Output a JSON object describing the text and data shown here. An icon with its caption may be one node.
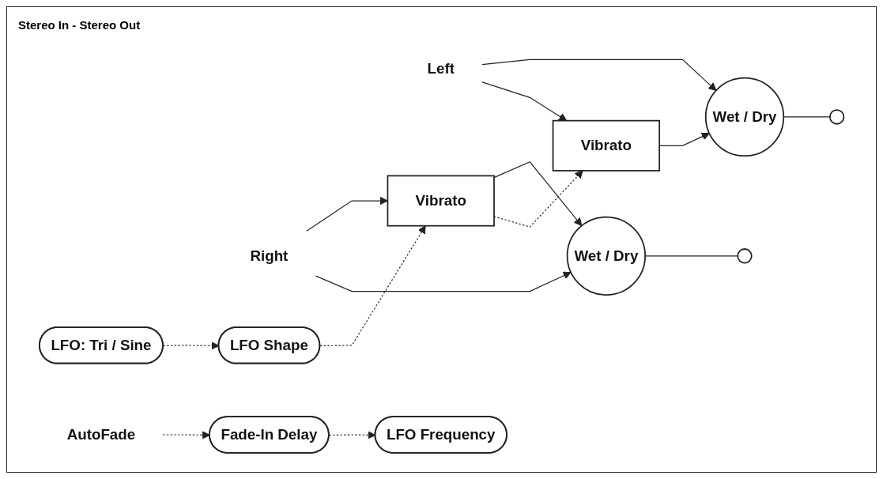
{
  "diagram": {
    "title": "Stereo In - Stereo Out",
    "nodes": [
      {
        "text": [
          "Left"
        ]
      },
      {
        "text": [
          "Vibrato"
        ]
      },
      {
        "text": [
          "Wet / Dry"
        ]
      },
      {
        "text": [],
        "shape": "circle"
      },
      {
        "text": [
          "Right"
        ]
      },
      {
        "text": [
          "Vibrato"
        ]
      },
      {
        "text": [
          "Wet / Dry"
        ]
      },
      {
        "text": [],
        "shape": "circle"
      },
      {
        "text": [
          "LFO: Tri / Sine"
        ]
      },
      {
        "text": [
          "LFO Shape"
        ]
      },
      {
        "text": [
          "AutoFade"
        ]
      },
      {
        "text": [
          "Fade-In Delay"
        ]
      },
      {
        "text": [
          "LFO Frequency"
        ]
      }
    ],
    "edges": [
      {
        "from": 0,
        "to": 2,
        "arrow": "to"
      },
      {
        "from": 0,
        "to": 1,
        "arrow": "to"
      },
      {
        "from": 1,
        "to": 2,
        "arrow": "to"
      },
      {
        "from": 2,
        "to": 3,
        "arrow": "none"
      },
      {
        "from": 4,
        "to": 5,
        "arrow": "to"
      },
      {
        "from": 4,
        "to": 6,
        "arrow": "to"
      },
      {
        "from": 5,
        "to": 6,
        "arrow": "to"
      },
      {
        "from": 6,
        "to": 7,
        "arrow": "none"
      },
      {
        "from": 5,
        "to": 1,
        "arrow": "to",
        "style": "dashed"
      },
      {
        "from": 9,
        "to": 5,
        "arrow": "to",
        "style": "dashed"
      },
      {
        "from": 8,
        "to": 9,
        "arrow": "to",
        "style": "dashed"
      },
      {
        "from": 10,
        "to": 11,
        "arrow": "to",
        "style": "dashed"
      },
      {
        "from": 11,
        "to": 12,
        "arrow": "to",
        "style": "dashed"
      }
    ]
  }
}
